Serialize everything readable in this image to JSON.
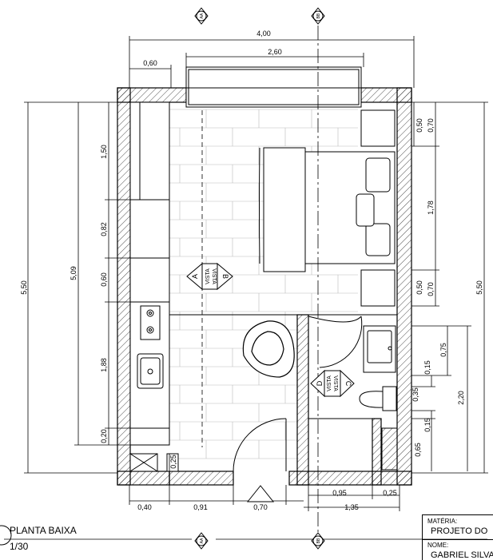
{
  "sheet": {
    "title": "PLANTA BAIXA",
    "scale": "1/30"
  },
  "markers": {
    "section_a": "AA",
    "section_b": "BB",
    "vista_a": "VISTA A",
    "vista_b": "VISTA B",
    "vista_c": "VISTA C",
    "vista_d": "VISTA D",
    "letter_a": "A",
    "letter_b": "B",
    "letter_c": "C",
    "letter_d": "D",
    "word_vista": "VISTA"
  },
  "dimensions": {
    "top_total": "4,00",
    "top_window": "2,60",
    "top_left": "0,60",
    "left_total": "5,50",
    "left_inner": "5,09",
    "left_1": "1,50",
    "left_2": "0,82",
    "left_3": "0,60",
    "left_4": "1,88",
    "left_5": "0,20",
    "right_total": "5,50",
    "right_a": "0,50",
    "right_b": "0,70",
    "right_c": "1,78",
    "right_d": "0,50",
    "right_e": "0,70",
    "bath_1": "0,75",
    "bath_2": "0,15",
    "bath_3": "0,35",
    "bath_4": "0,15",
    "bath_5": "0,65",
    "bath_total": "2,20",
    "bottom_1": "0,40",
    "bottom_2": "0,91",
    "bottom_3": "0,70",
    "bottom_4": "0,95",
    "bottom_5": "0,25",
    "bottom_6": "1,35",
    "small_025": "0,25"
  },
  "title_block": {
    "materia_label": "MATÉRIA:",
    "materia_value": "PROJETO DO",
    "nome_label": "NOME:",
    "nome_value": "GABRIEL SILVA"
  }
}
